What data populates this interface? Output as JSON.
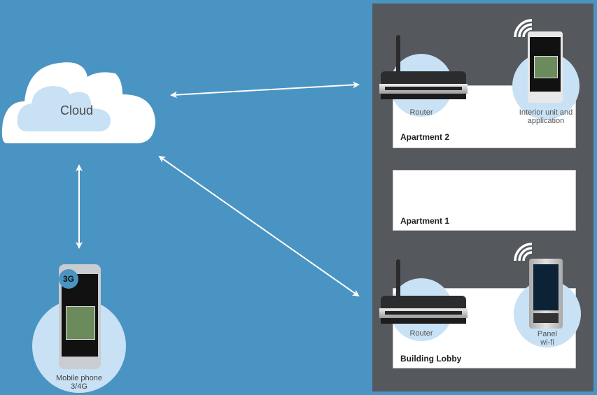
{
  "cloud": {
    "label": "Cloud"
  },
  "rooms": {
    "apartment2": {
      "label": "Apartment 2",
      "router_label": "Router",
      "device_label_line1": "Interior unit and",
      "device_label_line2": "application"
    },
    "apartment1": {
      "label": "Apartment 1"
    },
    "lobby": {
      "label": "Building Lobby",
      "router_label": "Router",
      "device_label_line1": "Panel",
      "device_label_line2": "wi-fi"
    }
  },
  "mobile": {
    "label_line1": "Mobile phone",
    "label_line2": "3/4G",
    "badge": "3G"
  },
  "colors": {
    "background": "#4a94c3",
    "panel": "#55595e",
    "circle": "#c8e1f4",
    "arrow": "#ffffff"
  }
}
